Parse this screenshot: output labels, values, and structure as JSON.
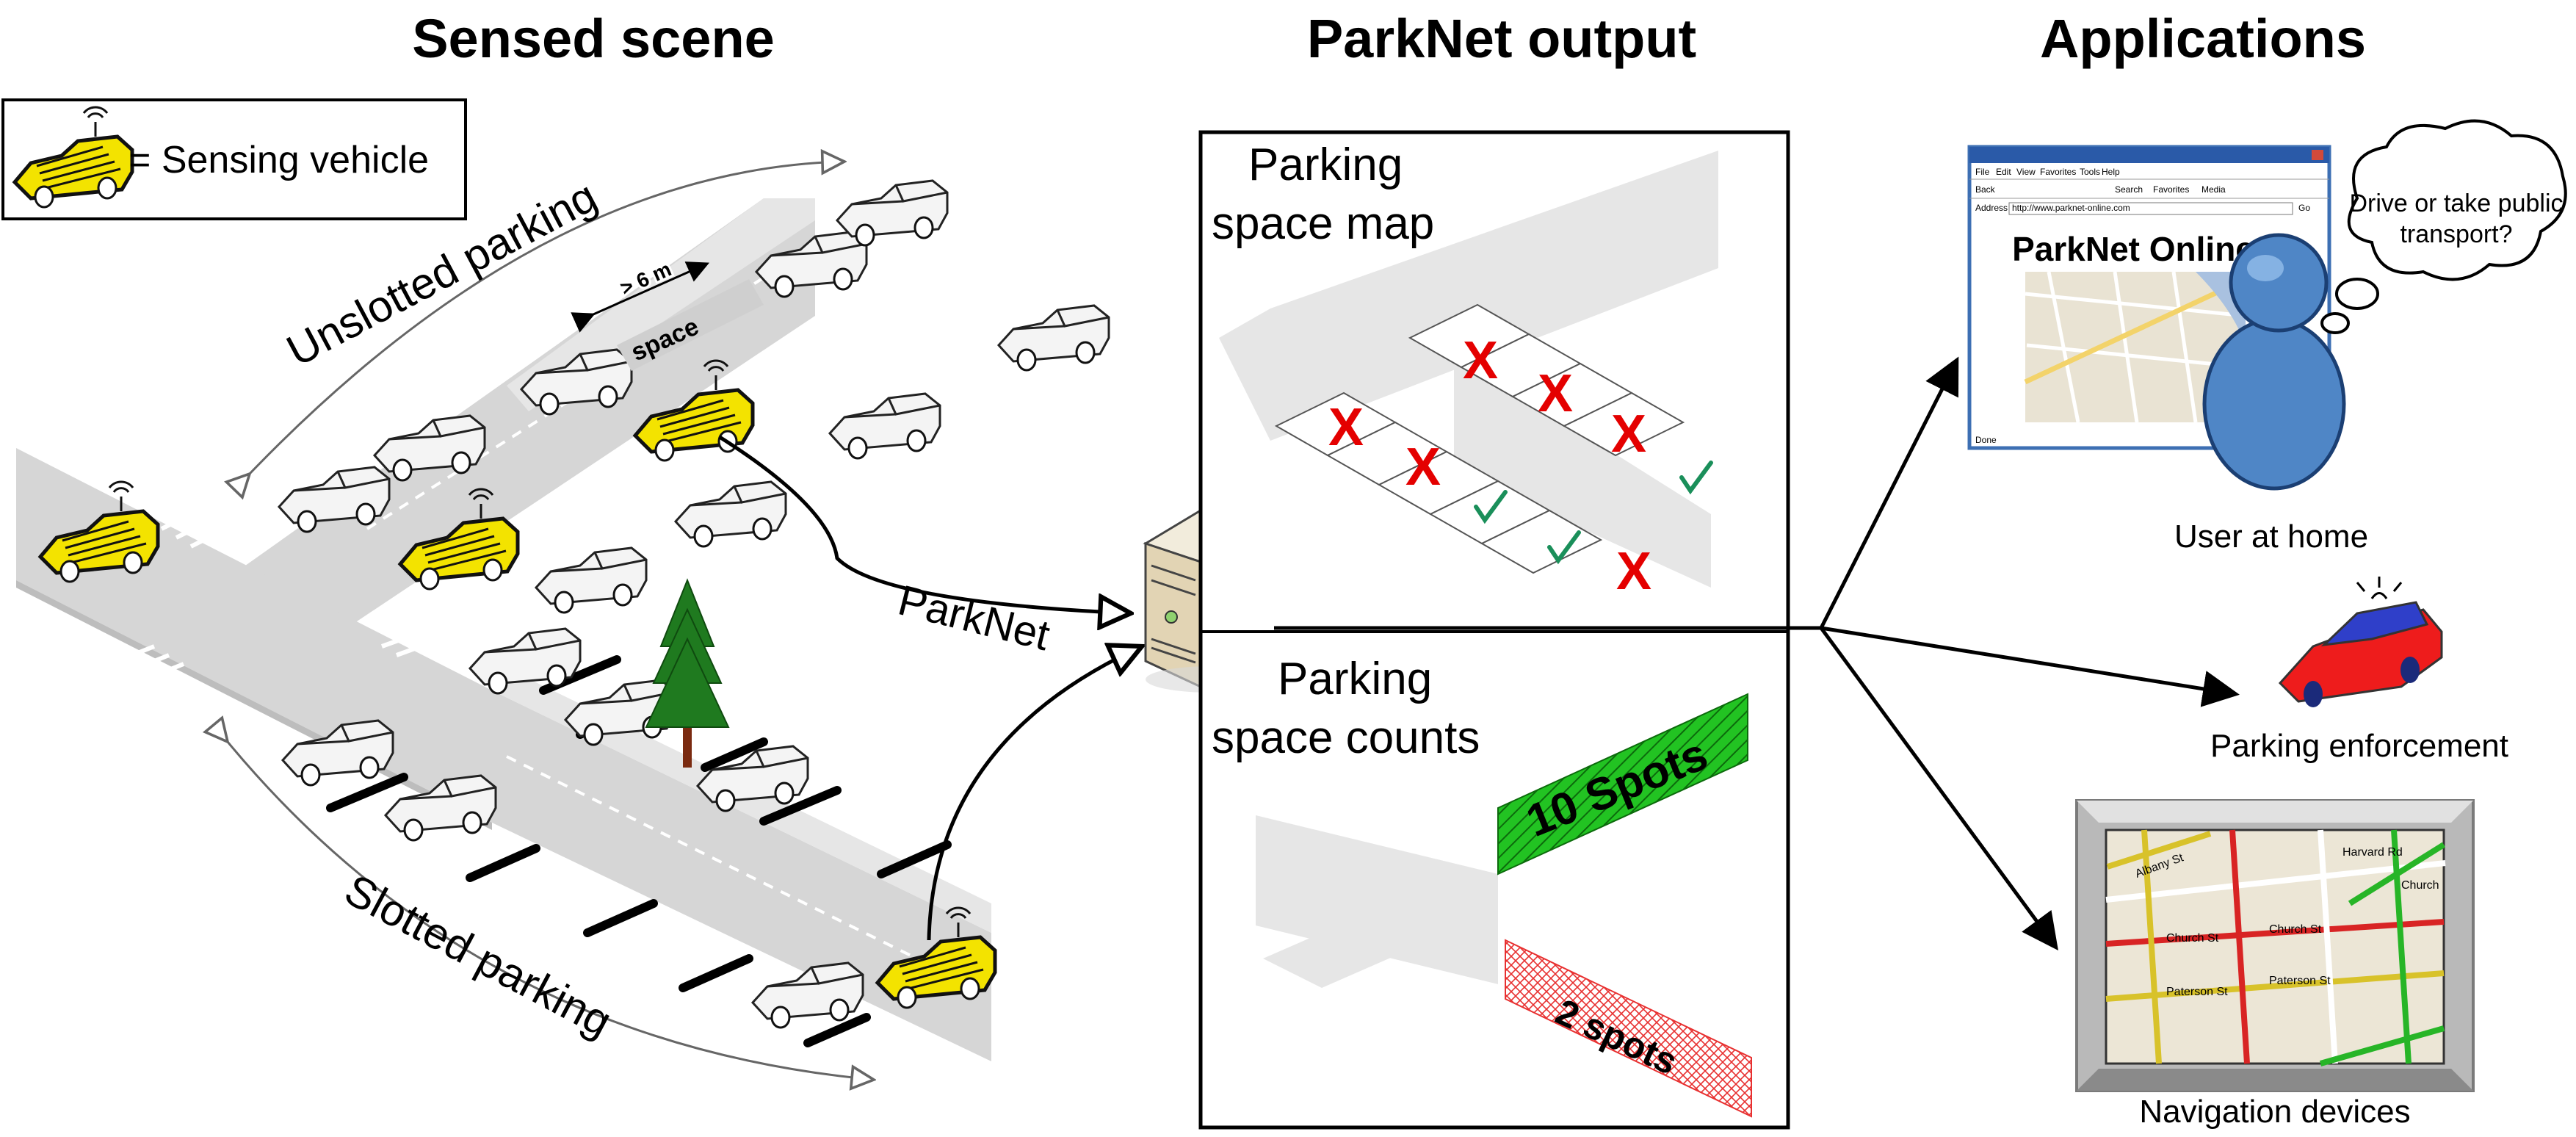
{
  "headers": {
    "sensed_scene": "Sensed scene",
    "parknet_output": "ParkNet output",
    "applications": "Applications"
  },
  "legend": {
    "text": "= Sensing vehicle",
    "icon": "sensing-vehicle-icon"
  },
  "scene": {
    "unslotted_label": "Unslotted parking",
    "slotted_label": "Slotted parking",
    "space_label": "space",
    "space_distance": "> 6 m",
    "parknet_label": "ParkNet"
  },
  "output": {
    "map_title_line1": "Parking",
    "map_title_line2": "space map",
    "counts_title_line1": "Parking",
    "counts_title_line2": "space counts",
    "spots_green": "10 Spots",
    "spots_red": "2 spots",
    "occupied_mark": "X",
    "colors": {
      "green": "#22c322",
      "red": "#e83030",
      "x_mark": "#e40000",
      "check": "#1a8f5a"
    }
  },
  "applications": {
    "browser": {
      "title": "ParkNet Online",
      "menu_items": [
        "File",
        "Edit",
        "View",
        "Favorites",
        "Tools",
        "Help"
      ],
      "toolbar_items": [
        "Back",
        "Search",
        "Favorites",
        "Media"
      ],
      "address_label": "Address",
      "address": "http://www.parknet-online.com",
      "go": "Go",
      "status": "Done"
    },
    "thought_line1": "Drive or take public",
    "thought_line2": "transport?",
    "user_label": "User at home",
    "enforcement_label": "Parking enforcement",
    "navigation_label": "Navigation devices",
    "nav_streets": [
      "Albany St",
      "Church St",
      "Paterson St",
      "Church St",
      "Paterson St",
      "Harvard Rd",
      "Church"
    ]
  }
}
